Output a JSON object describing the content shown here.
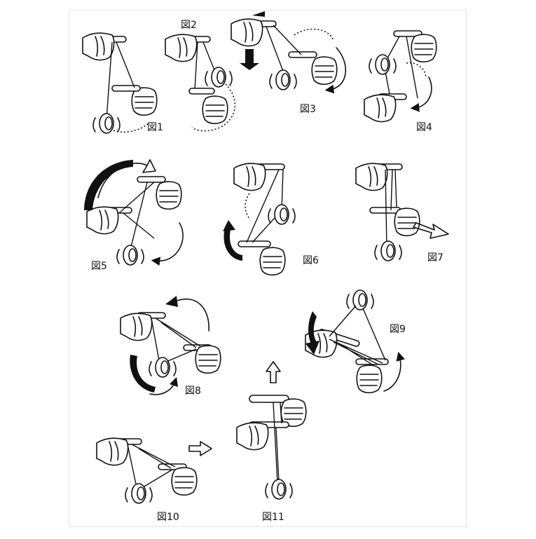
{
  "figures": [
    {
      "id": "fig1",
      "label": "図1"
    },
    {
      "id": "fig2",
      "label": "図2"
    },
    {
      "id": "fig3",
      "label": "図3"
    },
    {
      "id": "fig4",
      "label": "図4"
    },
    {
      "id": "fig5",
      "label": "図5"
    },
    {
      "id": "fig6",
      "label": "図6"
    },
    {
      "id": "fig7",
      "label": "図7"
    },
    {
      "id": "fig8",
      "label": "図8"
    },
    {
      "id": "fig9",
      "label": "図9"
    },
    {
      "id": "fig10",
      "label": "図10"
    },
    {
      "id": "fig11",
      "label": "図11"
    }
  ]
}
